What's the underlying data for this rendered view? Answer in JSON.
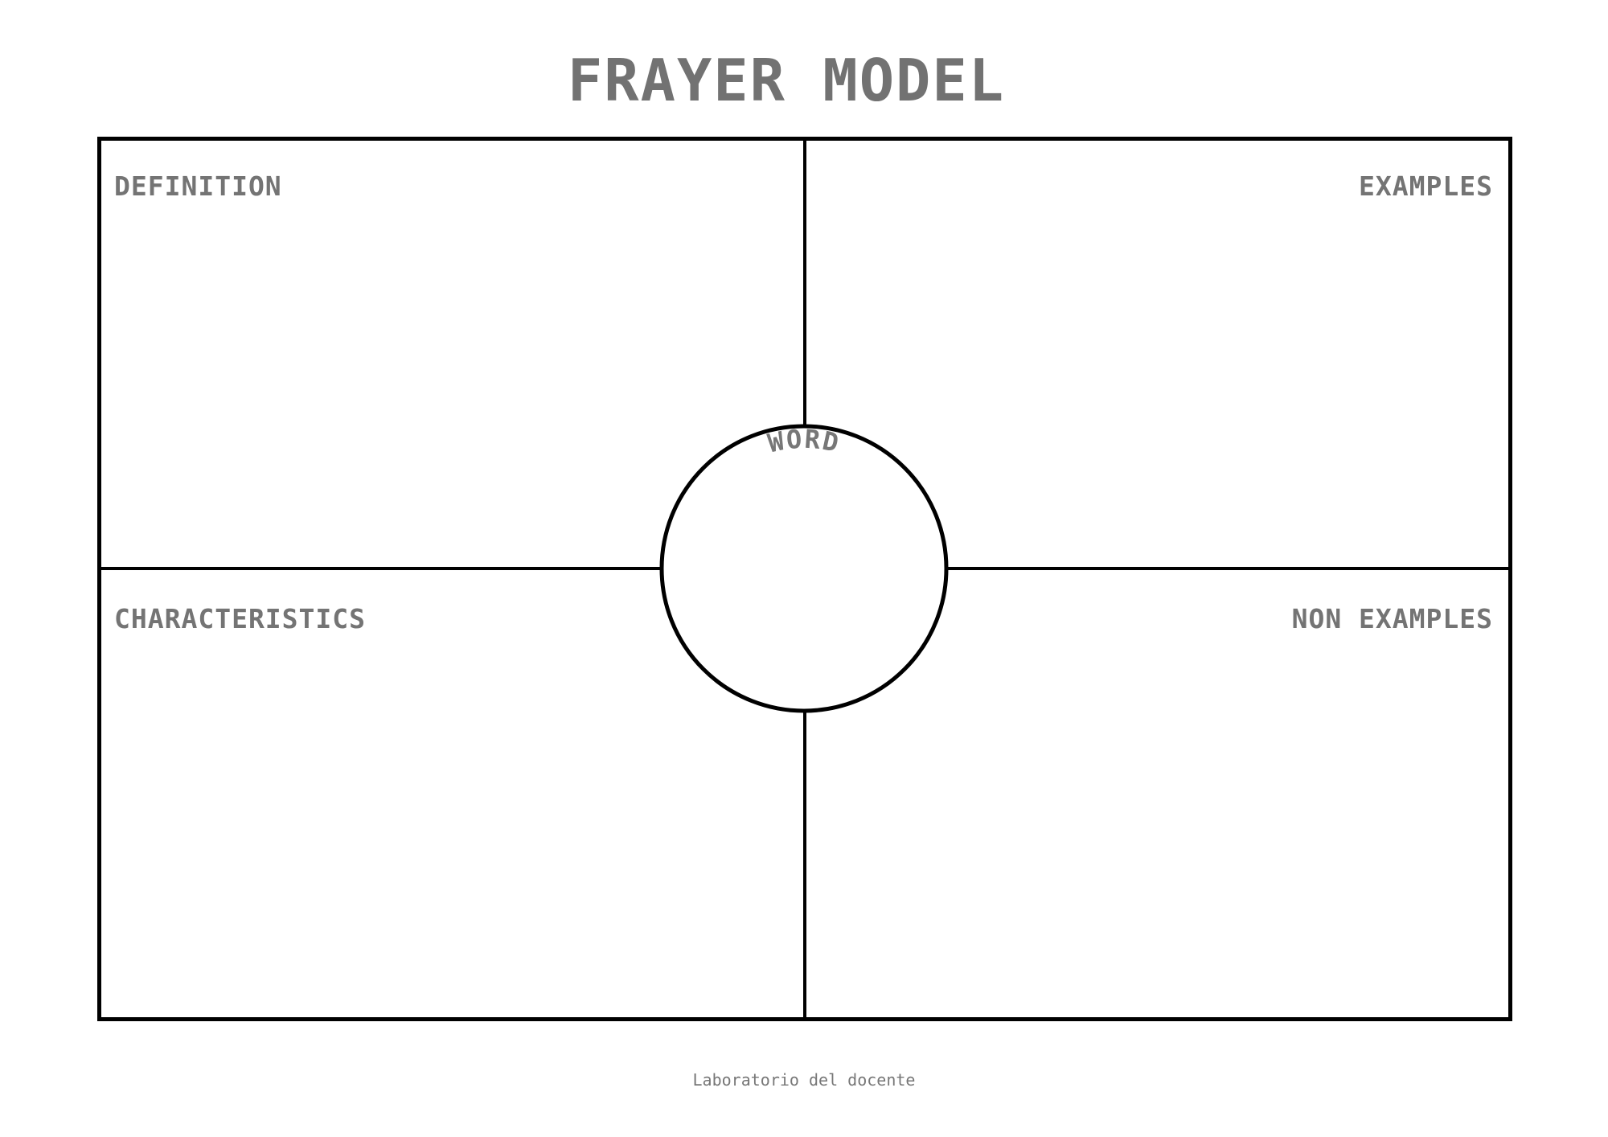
{
  "title": "FRAYER MODEL",
  "quadrants": {
    "top_left": "DEFINITION",
    "top_right": "EXAMPLES",
    "bottom_left": "CHARACTERISTICS",
    "bottom_right": "NON EXAMPLES"
  },
  "center": {
    "label": "WORD"
  },
  "footer": "Laboratorio del docente",
  "colors": {
    "text": "#747474",
    "lines": "#000000"
  }
}
